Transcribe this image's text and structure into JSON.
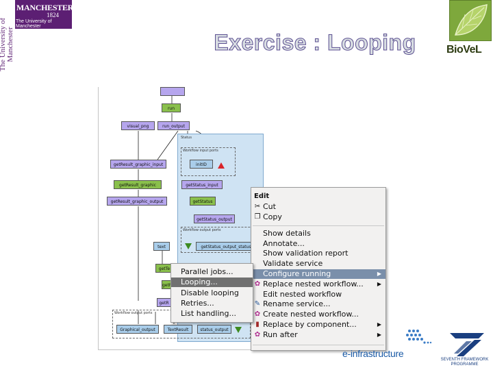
{
  "slide": {
    "title": "Exercise : Looping"
  },
  "logos": {
    "manchester": {
      "name": "MANCHESTER",
      "year": "1824",
      "sub": "The University of Manchester",
      "vertical": "The University of Manchester"
    },
    "biovel": "BioVeL",
    "einfrastructure": "e-infrastructure",
    "fp7": "SEVENTH FRAMEWORK PROGRAMME"
  },
  "workflow": {
    "nested_label": "Status",
    "input_ports_label": "Workflow input ports",
    "output_ports_label": "Workflow output ports",
    "outer_output_ports_label": "Workflow output ports",
    "nodes": {
      "run": "run",
      "visual_png": "visual_png",
      "run_output": "run_output",
      "getResult_graphic_input": "getResult_graphic_input",
      "getResult_graphic": "getResult_graphic",
      "getResult_graphic_output": "getResult_graphic_output",
      "text": "text",
      "initID": "initID",
      "getStatus_input": "getStatus_input",
      "getStatus": "getStatus",
      "getStatus_output": "getStatus_output",
      "getStatus_output_status": "getStatus_output_status",
      "getTe": "getTe",
      "getR": "getR",
      "getR2": "getR",
      "Graphical_output": "Graphical_output",
      "TextResult": "TextResult",
      "status_output": "status_output"
    }
  },
  "context_menu": {
    "title": "Edit",
    "items": [
      {
        "label": "Cut",
        "icon": "scissors-icon"
      },
      {
        "label": "Copy",
        "icon": "copy-icon"
      },
      {
        "label": "Show details"
      },
      {
        "label": "Annotate..."
      },
      {
        "label": "Show validation report"
      },
      {
        "label": "Validate service"
      },
      {
        "label": "Configure running",
        "highlighted": true,
        "has_submenu": true
      },
      {
        "label": "Replace nested workflow...",
        "icon": "gear-icon",
        "has_submenu": true
      },
      {
        "label": "Edit nested workflow"
      },
      {
        "label": "Rename service...",
        "icon": "rename-icon"
      },
      {
        "label": "Create nested workflow...",
        "icon": "gear-icon"
      },
      {
        "label": "Replace by component...",
        "icon": "component-icon",
        "has_submenu": true
      },
      {
        "label": "Run after",
        "icon": "run-after-icon",
        "has_submenu": true
      }
    ]
  },
  "submenu": {
    "items": [
      {
        "label": "Parallel jobs..."
      },
      {
        "label": "Looping...",
        "highlighted": true
      },
      {
        "label": "Disable looping"
      },
      {
        "label": "Retries..."
      },
      {
        "label": "List handling..."
      }
    ]
  }
}
